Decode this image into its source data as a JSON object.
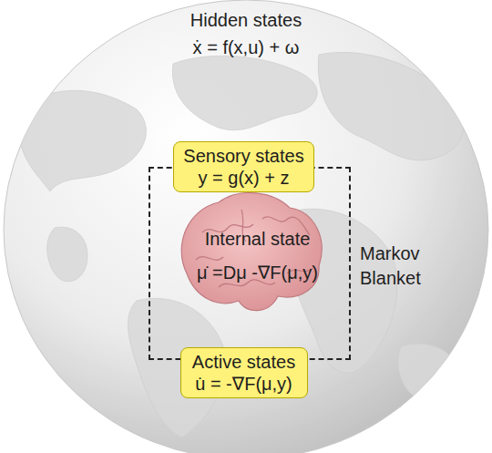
{
  "diagram": {
    "nodes": [
      {
        "text": [
          "Hidden states",
          "ẋ = f(x,u) + ω"
        ]
      },
      {
        "text": [
          "Markov Blanket"
        ],
        "in": 0
      },
      {
        "text": [
          "Sensory states",
          "y = g(x) + z"
        ],
        "in": 1
      },
      {
        "text": [
          "Active states",
          "u̇ = -∇F(μ,y)"
        ],
        "in": 1
      }
    ],
    "labels": [
      "Internal state",
      "μ̇ =Dμ -∇F(μ,y)"
    ]
  }
}
